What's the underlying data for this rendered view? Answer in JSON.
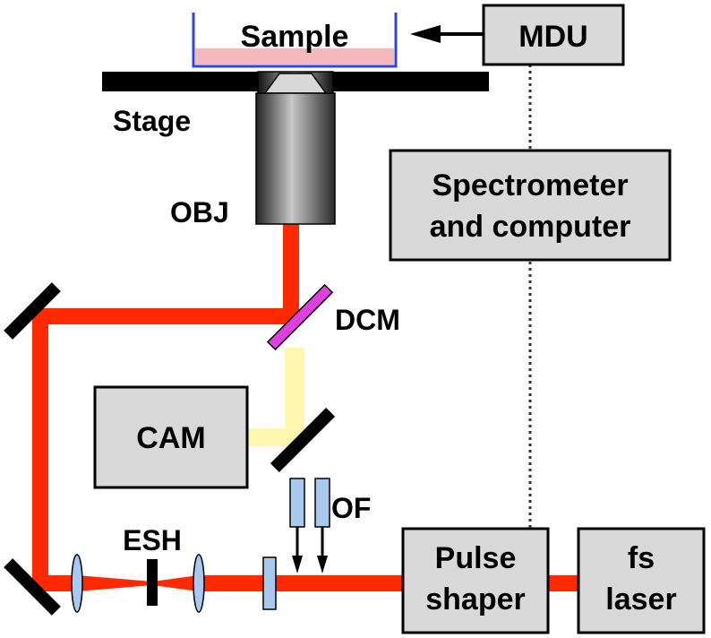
{
  "labels": {
    "sample": "Sample",
    "mdu": "MDU",
    "stage": "Stage",
    "obj": "OBJ",
    "spectrometer_line1": "Spectrometer",
    "spectrometer_line2": "and computer",
    "dcm": "DCM",
    "cam": "CAM",
    "of": "OF",
    "esh": "ESH",
    "pulse_line1": "Pulse",
    "pulse_line2": "shaper",
    "laser_line1": "fs",
    "laser_line2": "laser"
  },
  "colors": {
    "beam_red": "#ff2a00",
    "beam_yellow": "#fff7b0",
    "box_fill": "#d9d9d9",
    "dcm_magenta": "#e040e0",
    "filter_blue": "#a9c8ee",
    "sample_dish": "#3344dd",
    "sample_liquid": "#f5b8bc",
    "mirror_black": "#000000"
  }
}
